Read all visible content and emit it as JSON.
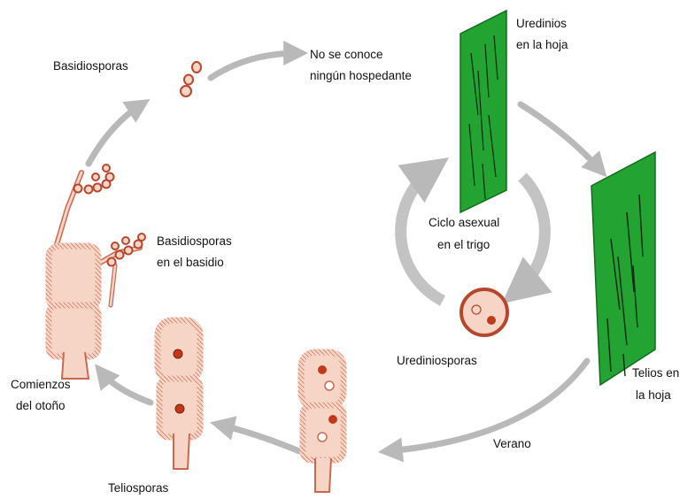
{
  "labels": {
    "basidiosporas": "Basidiosporas",
    "no_host_1": "No se conoce",
    "no_host_2": "ningún hospedante",
    "uredinios_1": "Uredinios",
    "uredinios_2": "en la hoja",
    "ciclo_1": "Ciclo asexual",
    "ciclo_2": "en el trigo",
    "basidio_1": "Basidiosporas",
    "basidio_2": "en el basidio",
    "urediniosporas": "Urediniosporas",
    "telios_1": "Telios en",
    "telios_2": "la hoja",
    "comienzos_1": "Comienzos",
    "comienzos_2": "del otoño",
    "verano": "Verano",
    "teliosporas": "Teliosporas"
  },
  "colors": {
    "leaf": "#22a332",
    "spore_fill": "#f7d5c6",
    "spore_outline": "#b5472e",
    "dot": "#c0391a",
    "arrow": "#b9b9b9"
  }
}
